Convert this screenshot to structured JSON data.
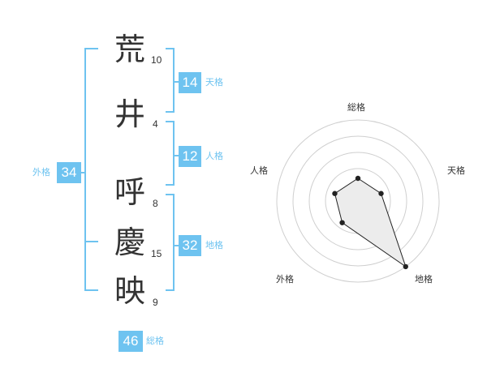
{
  "name_chars": [
    {
      "char": "荒",
      "strokes": "10"
    },
    {
      "char": "井",
      "strokes": "4"
    },
    {
      "char": "呼",
      "strokes": "8"
    },
    {
      "char": "慶",
      "strokes": "15"
    },
    {
      "char": "映",
      "strokes": "9"
    }
  ],
  "kaku": {
    "tenkaku": {
      "value": "14",
      "label": "天格"
    },
    "jinkaku": {
      "value": "12",
      "label": "人格"
    },
    "chikaku": {
      "value": "32",
      "label": "地格"
    },
    "gaikaku": {
      "value": "34",
      "label": "外格"
    },
    "soukaku": {
      "value": "46",
      "label": "総格"
    }
  },
  "radar": {
    "axes": [
      "総格",
      "天格",
      "地格",
      "外格",
      "人格"
    ],
    "values": [
      0.28,
      0.3,
      1.0,
      0.33,
      0.3
    ],
    "accent": "#6ec3f0"
  }
}
